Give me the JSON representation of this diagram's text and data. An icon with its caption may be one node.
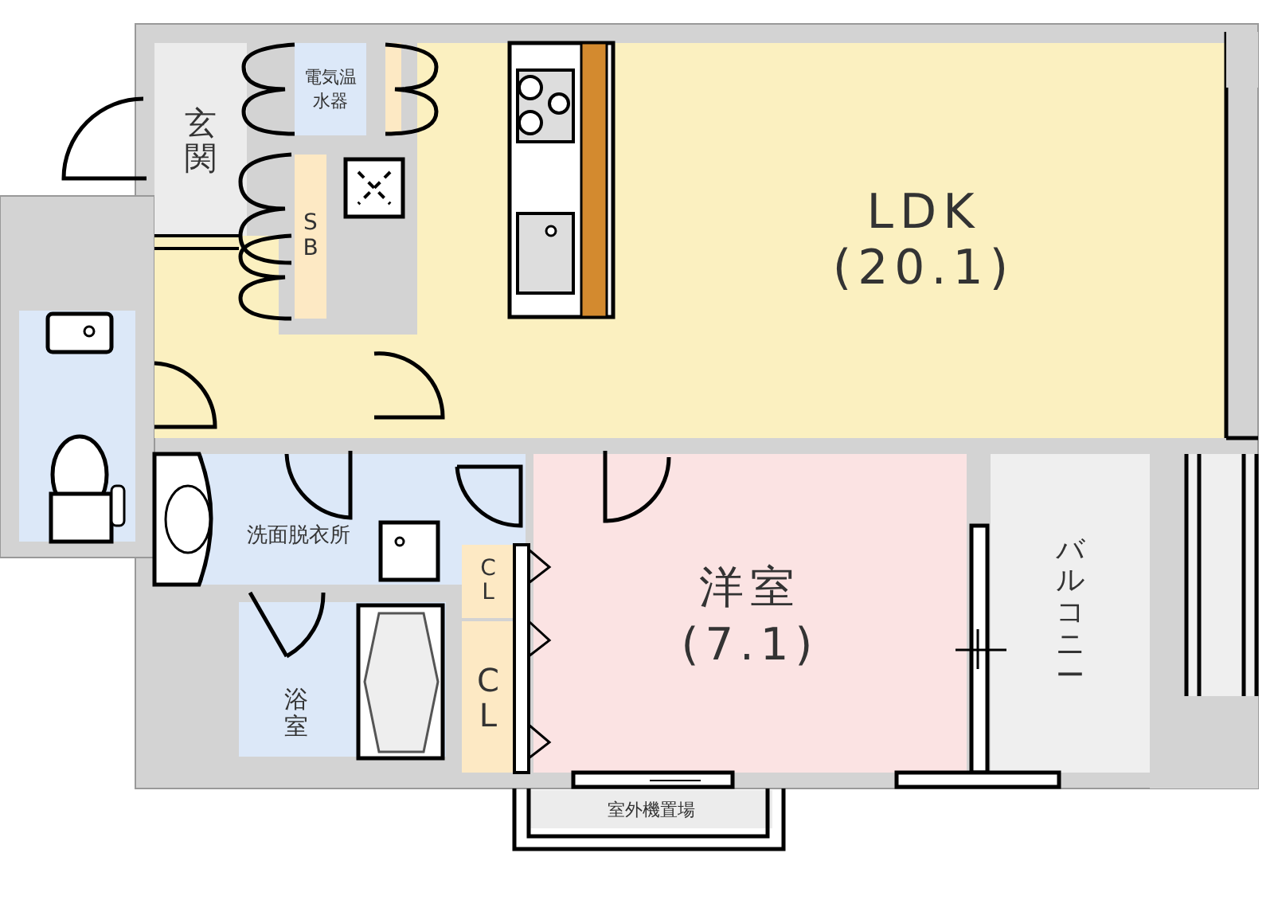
{
  "diagram": {
    "nodes": [
      {
        "text": [
          "玄関"
        ]
      },
      {
        "text": [
          "電気温水器"
        ]
      },
      {
        "text": [
          "SB"
        ]
      },
      {
        "text": [
          "LDK",
          "(20.1)"
        ]
      },
      {
        "text": [
          "洗面脱衣所"
        ]
      },
      {
        "text": [
          "浴室"
        ]
      },
      {
        "text": [
          "CL"
        ]
      },
      {
        "text": [
          "CL"
        ]
      },
      {
        "text": [
          "洋室",
          "(7.1)"
        ]
      },
      {
        "text": [
          "バルコニー"
        ]
      },
      {
        "text": [
          "室外機置場"
        ]
      }
    ]
  }
}
